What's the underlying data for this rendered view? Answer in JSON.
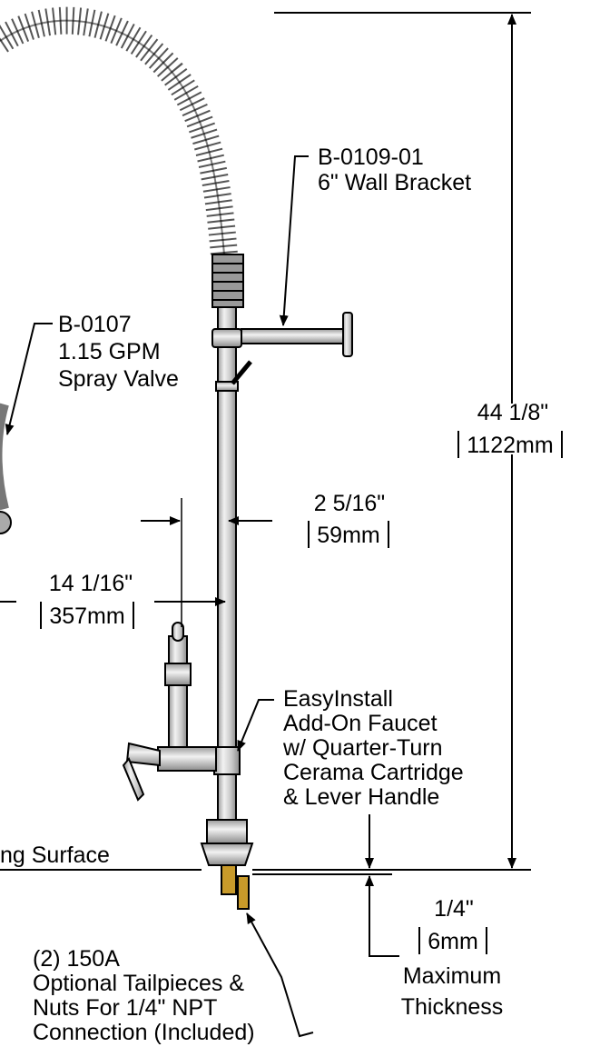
{
  "callouts": {
    "wall_bracket": {
      "part": "B-0109-01",
      "desc": "6\" Wall Bracket"
    },
    "spray_valve": {
      "part": "B-0107",
      "line2": "1.15 GPM",
      "line3": "Spray Valve"
    },
    "faucet": {
      "line1": "EasyInstall",
      "line2": "Add-On Faucet",
      "line3": "w/ Quarter-Turn",
      "line4": "Cerama Cartridge",
      "line5": "& Lever Handle"
    },
    "tailpieces": {
      "line1": "(2) 150A",
      "line2": "Optional Tailpieces &",
      "line3": "Nuts For 1/4\" NPT",
      "line4": "Connection (Included)"
    },
    "mounting_surface": "ng Surface"
  },
  "dimensions": {
    "height": {
      "imperial": "44 1/8\"",
      "metric": "1122mm"
    },
    "riser_offset": {
      "imperial": "2 5/16\"",
      "metric": "59mm"
    },
    "reach": {
      "imperial": "14 1/16\"",
      "metric": "357mm"
    },
    "thickness": {
      "imperial": "1/4\"",
      "metric": "6mm",
      "line3": "Maximum",
      "line4": "Thickness"
    }
  },
  "colors": {
    "line": "#000000",
    "metal": "#cfcfcf",
    "brass": "#c89a2a",
    "hose": "#8a8a8a"
  }
}
